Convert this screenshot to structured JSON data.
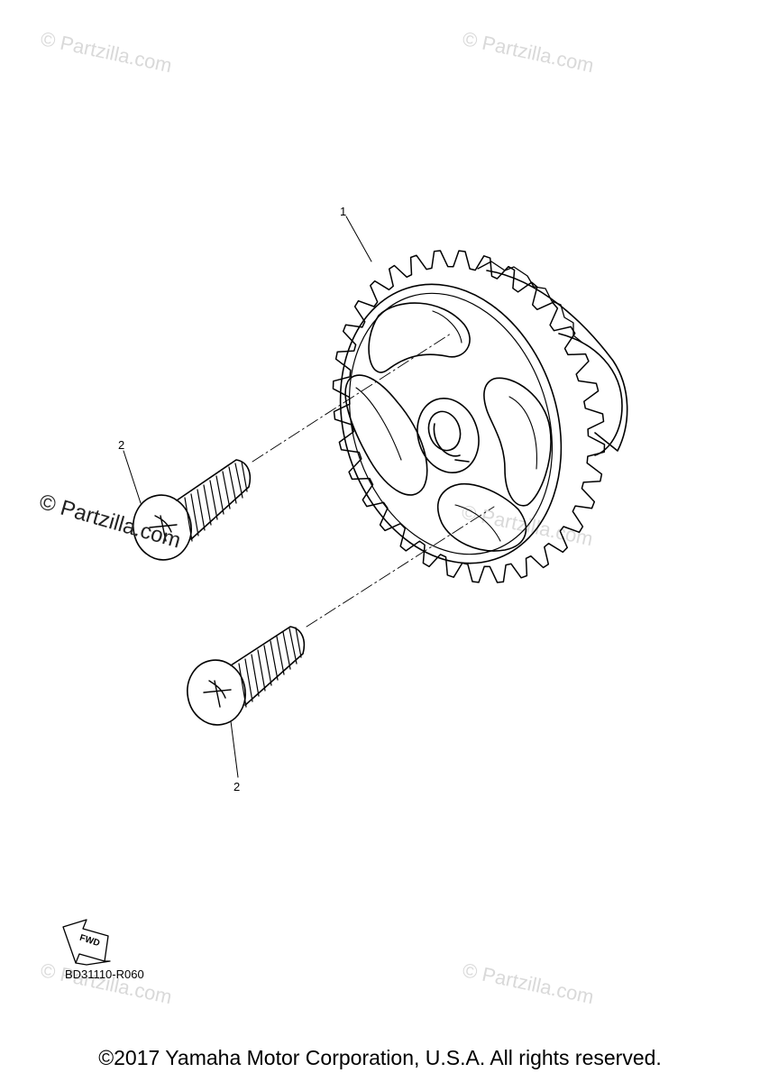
{
  "watermarks": {
    "tl": "© Partzilla.com",
    "tr": "© Partzilla.com",
    "mid": "© Partzilla.com",
    "center": "© Partzilla.com",
    "bl": "© Partzilla.com",
    "br": "© Partzilla.com"
  },
  "callouts": {
    "gear": "1",
    "screw_top": "2",
    "screw_bottom": "2"
  },
  "fwd_label": "FWD",
  "diagram_code": "BD31110-R060",
  "copyright": "©2017 Yamaha Motor Corporation, U.S.A. All rights reserved."
}
